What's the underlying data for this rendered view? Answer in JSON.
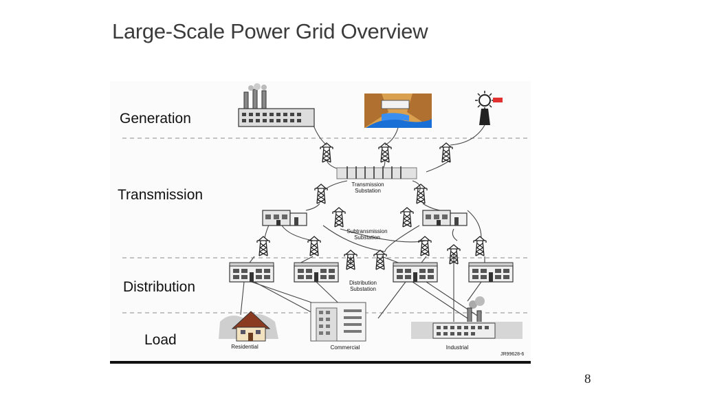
{
  "slide": {
    "title": "Large-Scale Power Grid Overview",
    "page_number": "8"
  },
  "diagram": {
    "layers": [
      "Generation",
      "Transmission",
      "Distribution",
      "Load"
    ],
    "substations": {
      "transmission": [
        "Transmission",
        "Substation"
      ],
      "subtransmission": [
        "Subtransmission",
        "Substation"
      ],
      "distribution": [
        "Distribution",
        "Substation"
      ]
    },
    "loads": {
      "residential": "Residential",
      "commercial": "Commercial",
      "industrial": "Industrial"
    },
    "figure_code": "JR99628-6",
    "colors": {
      "lines": "#444444",
      "dashes": "#888888",
      "water": "#1a6fd6",
      "rock": "#c98a3a",
      "flag": "#e03030"
    }
  }
}
